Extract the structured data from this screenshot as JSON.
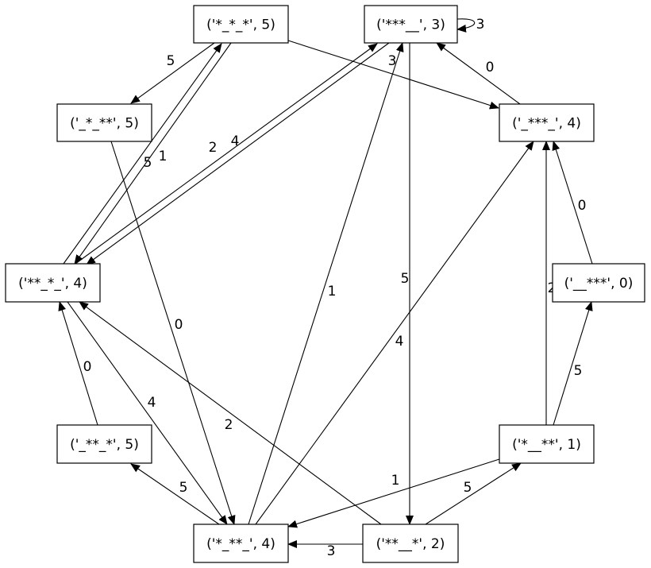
{
  "nodes": [
    {
      "id": "n_a",
      "label": "('*_*_*', 5)"
    },
    {
      "id": "n_b",
      "label": "('***__', 3)"
    },
    {
      "id": "n_c",
      "label": "('_*_**', 5)"
    },
    {
      "id": "n_d",
      "label": "('_***_', 4)"
    },
    {
      "id": "n_e",
      "label": "('**_*_', 4)"
    },
    {
      "id": "n_f",
      "label": "('__***', 0)"
    },
    {
      "id": "n_g",
      "label": "('_**_*', 5)"
    },
    {
      "id": "n_h",
      "label": "('*__**', 1)"
    },
    {
      "id": "n_i",
      "label": "('*_**_', 4)"
    },
    {
      "id": "n_j",
      "label": "('**__*', 2)"
    }
  ],
  "edges": [
    {
      "id": "e_a_c",
      "from": "n_a",
      "to": "n_c",
      "label": "5"
    },
    {
      "id": "e_a_d",
      "from": "n_a",
      "to": "n_d",
      "label": "3"
    },
    {
      "id": "e_a_e",
      "from": "n_a",
      "to": "n_e",
      "label": "1"
    },
    {
      "id": "e_e_a",
      "from": "n_e",
      "to": "n_a",
      "label": "5"
    },
    {
      "id": "e_e_b",
      "from": "n_e",
      "to": "n_b",
      "label": "2"
    },
    {
      "id": "e_b_e",
      "from": "n_b",
      "to": "n_e",
      "label": "4"
    },
    {
      "id": "e_b_b",
      "from": "n_b",
      "to": "n_b",
      "label": "3"
    },
    {
      "id": "e_b_j",
      "from": "n_b",
      "to": "n_j",
      "label": "5"
    },
    {
      "id": "e_d_b",
      "from": "n_d",
      "to": "n_b",
      "label": "0"
    },
    {
      "id": "e_c_i",
      "from": "n_c",
      "to": "n_i",
      "label": "0"
    },
    {
      "id": "e_e_i",
      "from": "n_e",
      "to": "n_i",
      "label": "4"
    },
    {
      "id": "e_g_e",
      "from": "n_g",
      "to": "n_e",
      "label": "0"
    },
    {
      "id": "e_i_g",
      "from": "n_i",
      "to": "n_g",
      "label": "5"
    },
    {
      "id": "e_i_b",
      "from": "n_i",
      "to": "n_b",
      "label": "1"
    },
    {
      "id": "e_i_d",
      "from": "n_i",
      "to": "n_d",
      "label": "4"
    },
    {
      "id": "e_f_d",
      "from": "n_f",
      "to": "n_d",
      "label": "0"
    },
    {
      "id": "e_h_d",
      "from": "n_h",
      "to": "n_d",
      "label": "2"
    },
    {
      "id": "e_h_f",
      "from": "n_h",
      "to": "n_f",
      "label": "5"
    },
    {
      "id": "e_h_i",
      "from": "n_h",
      "to": "n_i",
      "label": "1"
    },
    {
      "id": "e_j_h",
      "from": "n_j",
      "to": "n_h",
      "label": "5"
    },
    {
      "id": "e_j_i",
      "from": "n_j",
      "to": "n_i",
      "label": "3"
    },
    {
      "id": "e_j_e",
      "from": "n_j",
      "to": "n_e",
      "label": "2"
    }
  ]
}
